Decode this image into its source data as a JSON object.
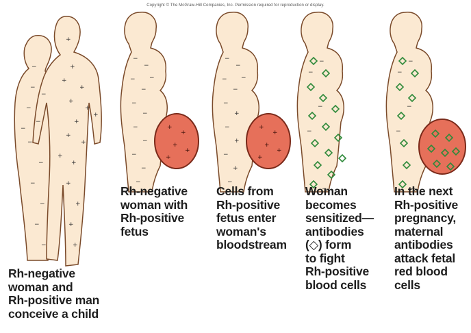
{
  "copyright": "Copyright © The McGraw-Hill Companies, Inc. Permission required for reproduction or display.",
  "stages": [
    {
      "caption": "Rh-negative\nwoman and\nRh-positive man\nconceive a child"
    },
    {
      "caption": "Rh-negative\nwoman with\nRh-positive\nfetus"
    },
    {
      "caption": "Cells from\nRh-positive\nfetus enter\nwoman's\nbloodstream"
    },
    {
      "caption": "Woman\nbecomes\nsensitized—\nantibodies\n(◇) form\nto fight\nRh-positive\nblood cells"
    },
    {
      "caption": "In the next\nRh-positive\npregnancy,\nmaternal\nantibodies\nattack fetal\nred blood\ncells"
    }
  ],
  "colors": {
    "skin": "#fbe9d2",
    "outline": "#7a4a2a",
    "fetus_fill": "#e6705a",
    "antibody": "#2f8a3a"
  }
}
